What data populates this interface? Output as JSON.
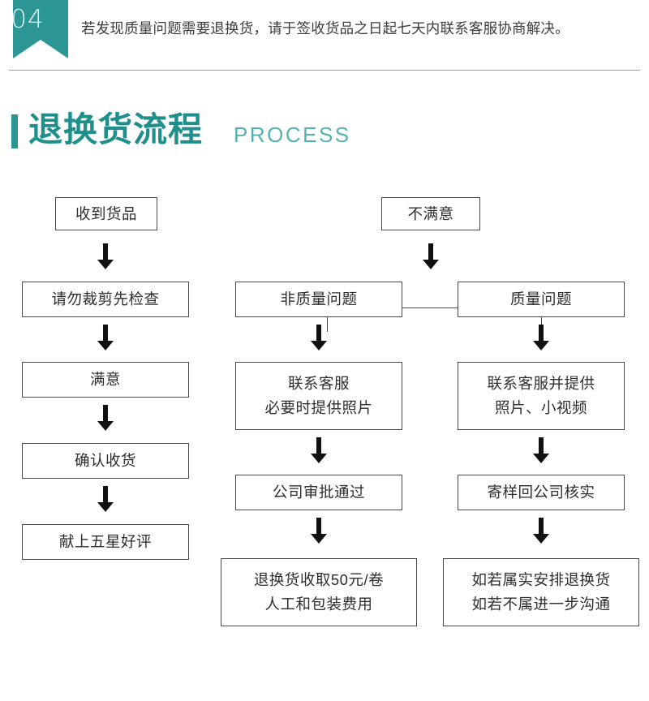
{
  "header": {
    "badge_number": "04",
    "notice": "若发现质量问题需要退换货，请于签收货品之日起七天内联系客服协商解决。"
  },
  "section": {
    "title_cn": "退换货流程",
    "title_en": "PROCESS"
  },
  "colors": {
    "teal": "#2b9694",
    "teal_dark": "#1f8f8c",
    "teal_light": "#54b3ae",
    "box_border": "#4a4a4a",
    "text": "#2e2e2e",
    "divider": "#9b9b9b"
  },
  "flow": {
    "columns": [
      {
        "name": "satisfied-path",
        "nodes": [
          {
            "id": "received-goods",
            "text": "收到货品"
          },
          {
            "id": "do-not-cut",
            "text": "请勿裁剪先检查"
          },
          {
            "id": "satisfied",
            "text": "满意"
          },
          {
            "id": "confirm-receipt",
            "text": "确认收货"
          },
          {
            "id": "five-star",
            "text": "献上五星好评"
          }
        ]
      },
      {
        "name": "non-quality-path",
        "nodes": [
          {
            "id": "dissatisfied",
            "text": "不满意"
          },
          {
            "id": "non-quality-issue",
            "text": "非质量问题"
          },
          {
            "id": "contact-service",
            "line1": "联系客服",
            "line2": "必要时提供照片"
          },
          {
            "id": "company-approved",
            "text": "公司审批通过"
          },
          {
            "id": "return-fee",
            "line1": "退换货收取50元/卷",
            "line2": "人工和包装费用"
          }
        ]
      },
      {
        "name": "quality-path",
        "nodes": [
          {
            "id": "quality-issue",
            "text": "质量问题"
          },
          {
            "id": "contact-with-media",
            "line1": "联系客服并提供",
            "line2": "照片、小视频"
          },
          {
            "id": "send-sample-back",
            "text": "寄样回公司核实"
          },
          {
            "id": "resolution",
            "line1": "如若属实安排退换货",
            "line2": "如若不属进一步沟通"
          }
        ]
      }
    ]
  }
}
